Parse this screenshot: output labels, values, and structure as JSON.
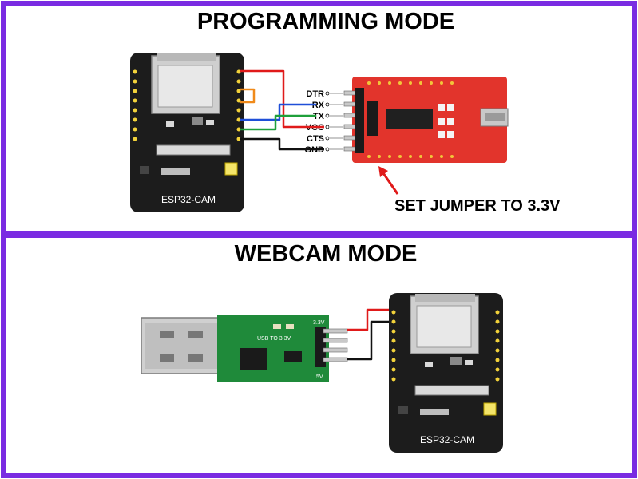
{
  "colors": {
    "frame": "#7a2be2",
    "esp_board": "#1c1c1c",
    "ftdi_board": "#e2342c",
    "usb_board": "#1f8a3a",
    "wire_red": "#e01a1a",
    "wire_blue": "#1f4fd8",
    "wire_green": "#1ea03a",
    "wire_orange": "#f08a1a",
    "wire_black": "#111111"
  },
  "programming": {
    "title": "PROGRAMMING MODE",
    "esp_label": "ESP32-CAM",
    "ftdi_pins": [
      "DTR",
      "RX",
      "TX",
      "VCC",
      "CTS",
      "GND"
    ],
    "jumper_note": "SET JUMPER TO 3.3V"
  },
  "webcam": {
    "title": "WEBCAM MODE",
    "esp_label": "ESP32-CAM",
    "adapter_label": "USB TO 3.3V",
    "adapter_v_top": "3.3V",
    "adapter_v_bottom": "5V"
  }
}
